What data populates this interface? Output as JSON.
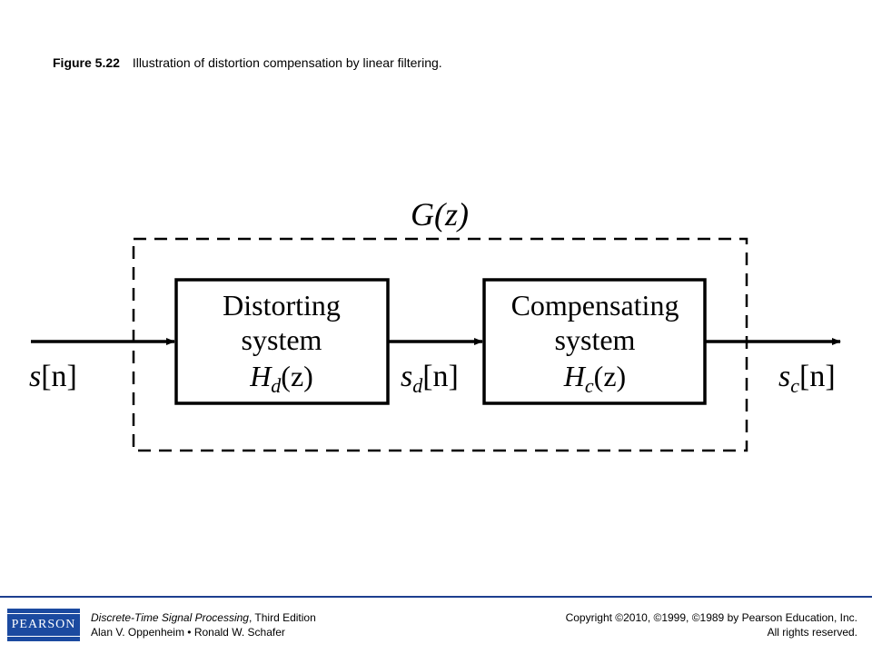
{
  "caption": {
    "figure_number": "Figure 5.22",
    "text": "Illustration of distortion compensation by linear filtering."
  },
  "diagram": {
    "group_label": "G(z)",
    "input_signal": {
      "base": "s",
      "sub": "",
      "arg": "[n]"
    },
    "intermediate_signal": {
      "base": "s",
      "sub": "d",
      "arg": "[n]"
    },
    "output_signal": {
      "base": "s",
      "sub": "c",
      "arg": "[n]"
    },
    "blocks": [
      {
        "line1": "Distorting",
        "line2": "system",
        "tf_base": "H",
        "tf_sub": "d",
        "tf_arg": "(z)"
      },
      {
        "line1": "Compensating",
        "line2": "system",
        "tf_base": "H",
        "tf_sub": "c",
        "tf_arg": "(z)"
      }
    ]
  },
  "footer": {
    "logo_text": "PEARSON",
    "book_title": "Discrete-Time Signal Processing",
    "edition": ", Third Edition",
    "authors": "Alan V. Oppenheim • Ronald W. Schafer",
    "copyright": "Copyright ©2010, ©1999, ©1989 by Pearson Education, Inc.",
    "rights": "All rights reserved."
  },
  "colors": {
    "footer_rule": "#1d3f8f",
    "logo_bg": "#1b4aa0"
  }
}
